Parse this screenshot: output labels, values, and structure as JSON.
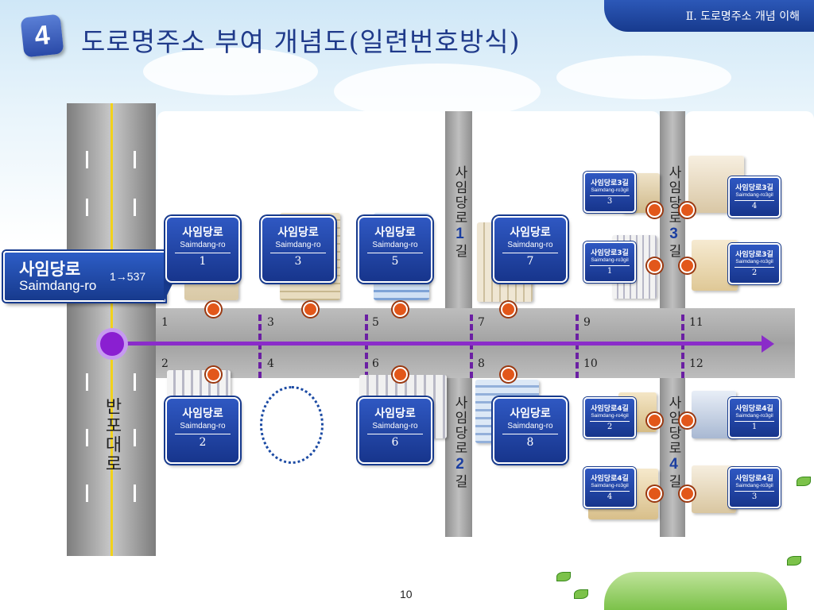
{
  "header": {
    "step_number": "4",
    "title": "도로명주소 부여 개념도(일련번호방식)",
    "section_tab": "Ⅱ. 도로명주소 개념 이해"
  },
  "main_road_sign": {
    "name_ko": "사임당로",
    "name_en": "Saimdang-ro",
    "range": "1→537"
  },
  "cross_road": {
    "label": "반포대로"
  },
  "side_roads": [
    {
      "prefix": "사임당로",
      "number": "1",
      "suffix": "길"
    },
    {
      "prefix": "사임당로",
      "number": "2",
      "suffix": "길"
    },
    {
      "prefix": "사임당로",
      "number": "3",
      "suffix": "길"
    },
    {
      "prefix": "사임당로",
      "number": "4",
      "suffix": "길"
    }
  ],
  "address_numbers": {
    "north": [
      "1",
      "3",
      "5",
      "7",
      "9",
      "11"
    ],
    "south": [
      "2",
      "4",
      "6",
      "8",
      "10",
      "12"
    ]
  },
  "main_signs": [
    {
      "name_ko": "사임당로",
      "name_en": "Saimdang-ro",
      "number": "1"
    },
    {
      "name_ko": "사임당로",
      "name_en": "Saimdang-ro",
      "number": "3"
    },
    {
      "name_ko": "사임당로",
      "name_en": "Saimdang-ro",
      "number": "5"
    },
    {
      "name_ko": "사임당로",
      "name_en": "Saimdang-ro",
      "number": "7"
    },
    {
      "name_ko": "사임당로",
      "name_en": "Saimdang-ro",
      "number": "2"
    },
    {
      "name_ko": "사임당로",
      "name_en": "Saimdang-ro",
      "number": "6"
    },
    {
      "name_ko": "사임당로",
      "name_en": "Saimdang-ro",
      "number": "8"
    }
  ],
  "branch_signs": [
    {
      "name_ko": "사임당로3길",
      "name_en": "Saimdang-ro3gil",
      "number": "3"
    },
    {
      "name_ko": "사임당로3길",
      "name_en": "Saimdang-ro3gil",
      "number": "1"
    },
    {
      "name_ko": "사임당로3길",
      "name_en": "Saimdang-ro3gil",
      "number": "4"
    },
    {
      "name_ko": "사임당로3길",
      "name_en": "Saimdang-ro3gil",
      "number": "2"
    },
    {
      "name_ko": "사임당로4길",
      "name_en": "Saimdang-ro4gil",
      "number": "2"
    },
    {
      "name_ko": "사임당로4길",
      "name_en": "Saimdang-ro3gil",
      "number": "4"
    },
    {
      "name_ko": "사임당로4길",
      "name_en": "Saimdang-ro3gil",
      "number": "1"
    },
    {
      "name_ko": "사임당로4길",
      "name_en": "Saimdang-ro3gil",
      "number": "3"
    }
  ],
  "page_number": "10",
  "colors": {
    "sign_blue": "#1f44a8",
    "arrow_purple": "#8a2cc9",
    "pin_orange": "#e2571a",
    "divider_purple": "#6b1fa3"
  }
}
